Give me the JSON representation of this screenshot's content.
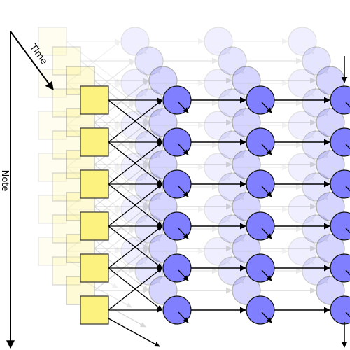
{
  "labels": {
    "time_axis": "Time",
    "note_axis": "Note"
  },
  "colors": {
    "input_fill": "#fbf280",
    "input_stroke": "#333333",
    "node_fill": "#7f7fff",
    "node_stroke": "#111111",
    "arrow": "#000000",
    "ghost_arrow": "#8a8a8a"
  },
  "structure": {
    "notes": 6,
    "node_columns": 3,
    "time_depth_layers": 4
  }
}
